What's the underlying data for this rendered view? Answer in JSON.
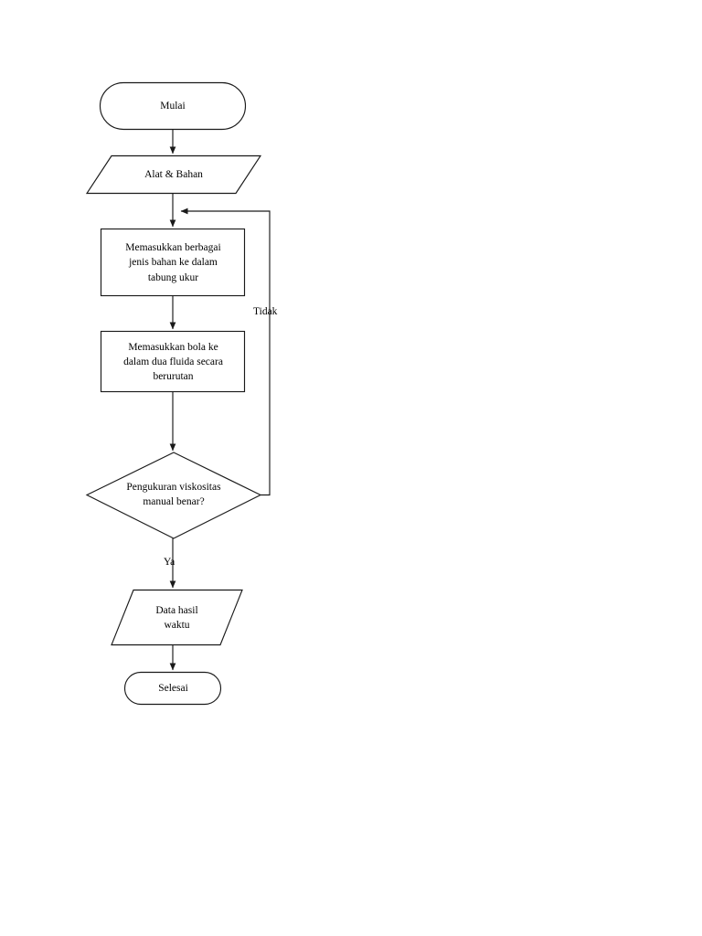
{
  "diagram": {
    "type": "flowchart",
    "orientation": "top-to-bottom",
    "language": "id",
    "background_color": "#ffffff",
    "stroke_color": "#1a1a1a",
    "text_color": "#000000",
    "nodes": [
      {
        "id": "start",
        "shape": "terminator",
        "label": "Mulai"
      },
      {
        "id": "materials",
        "shape": "parallelogram",
        "label": "Alat & Bahan"
      },
      {
        "id": "process1",
        "shape": "rectangle",
        "label": "Memasukkan berbagai\njenis bahan ke dalam\ntabung ukur"
      },
      {
        "id": "process2",
        "shape": "rectangle",
        "label": "Memasukkan bola ke\ndalam dua fluida secara\nberurutan"
      },
      {
        "id": "decision",
        "shape": "diamond",
        "label": "Pengukuran viskositas\nmanual benar?"
      },
      {
        "id": "output",
        "shape": "parallelogram",
        "label": "Data hasil\nwaktu"
      },
      {
        "id": "end",
        "shape": "terminator",
        "label": "Selesai"
      }
    ],
    "edge_labels": {
      "yes": "Ya",
      "no": "Tidak"
    },
    "edges": [
      {
        "from": "start",
        "to": "materials",
        "label": ""
      },
      {
        "from": "materials",
        "to": "process1",
        "label": ""
      },
      {
        "from": "process1",
        "to": "process2",
        "label": ""
      },
      {
        "from": "process2",
        "to": "decision",
        "label": ""
      },
      {
        "from": "decision",
        "to": "output",
        "label": "Ya"
      },
      {
        "from": "decision",
        "to": "process1",
        "label": "Tidak"
      },
      {
        "from": "output",
        "to": "end",
        "label": ""
      }
    ]
  }
}
